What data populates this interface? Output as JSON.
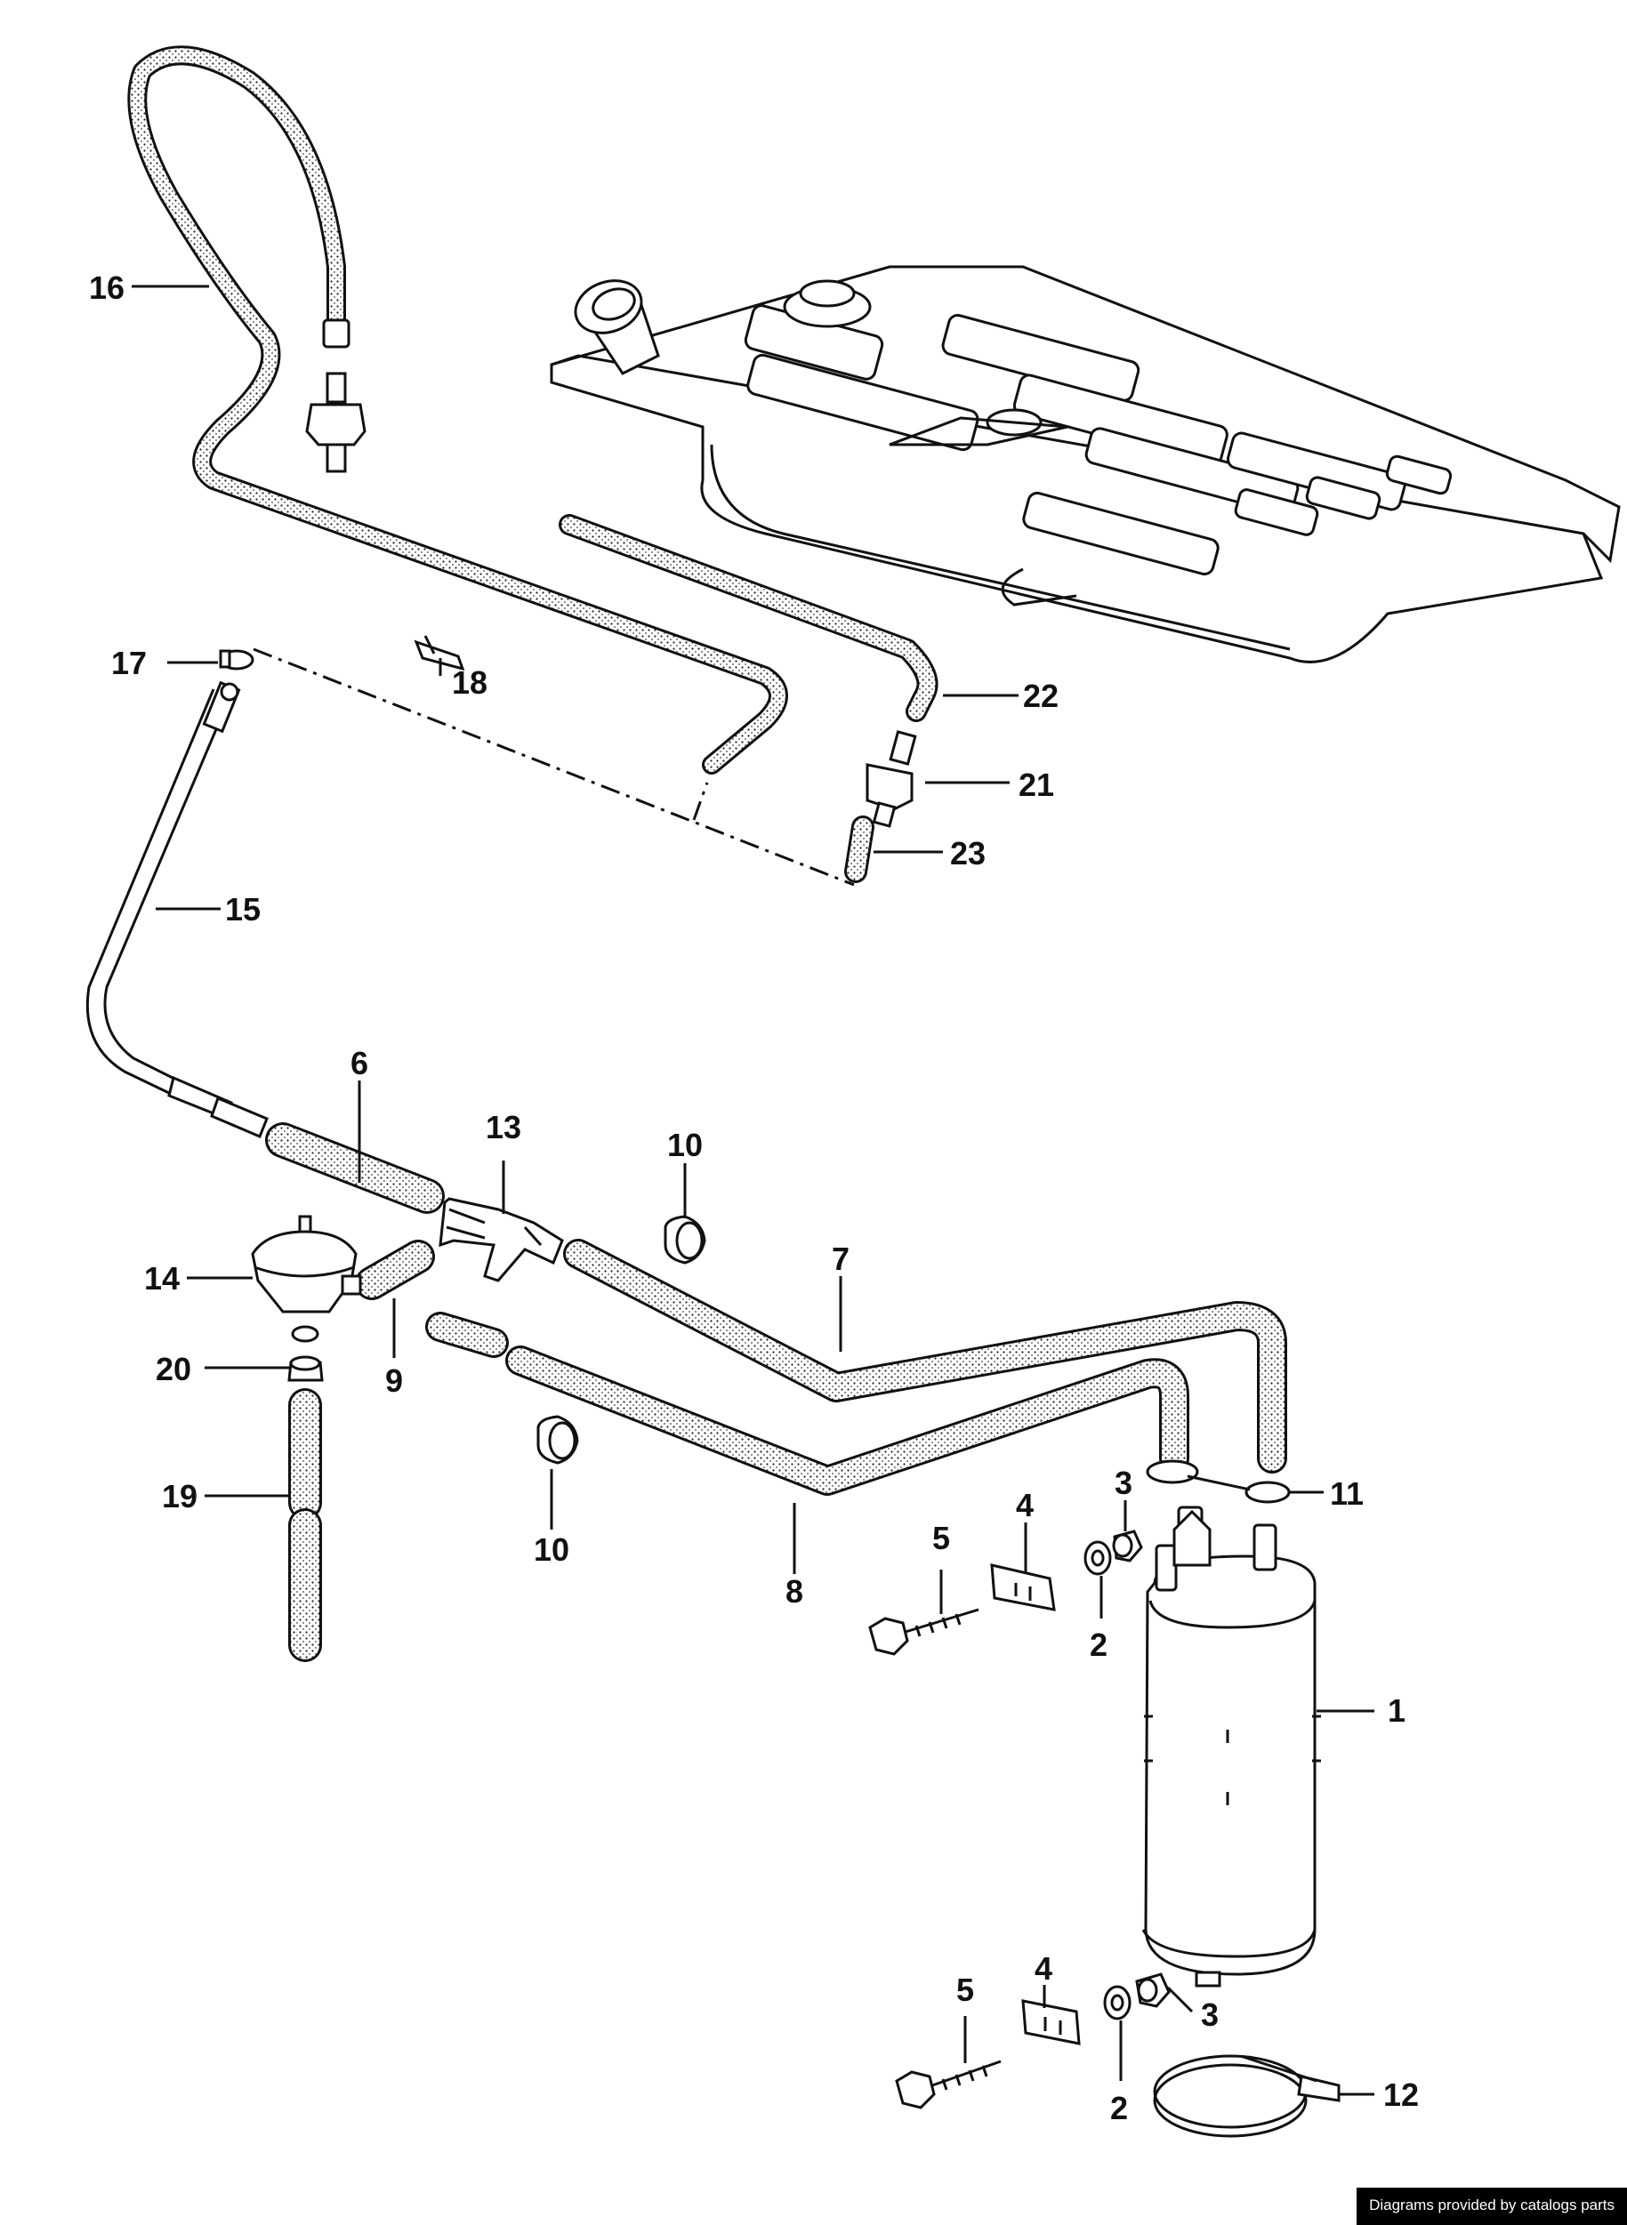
{
  "callouts": [
    "1",
    "2",
    "2",
    "3",
    "3",
    "4",
    "4",
    "5",
    "5",
    "6",
    "7",
    "8",
    "9",
    "10",
    "10",
    "11",
    "12",
    "13",
    "14",
    "15",
    "16",
    "17",
    "18",
    "19",
    "20",
    "21",
    "22",
    "23"
  ],
  "credit": "Diagrams provided by catalogs parts",
  "colors": {
    "line": "#111111",
    "background": "#ffffff",
    "credit_bg": "#000000",
    "credit_text": "#ffffff"
  }
}
